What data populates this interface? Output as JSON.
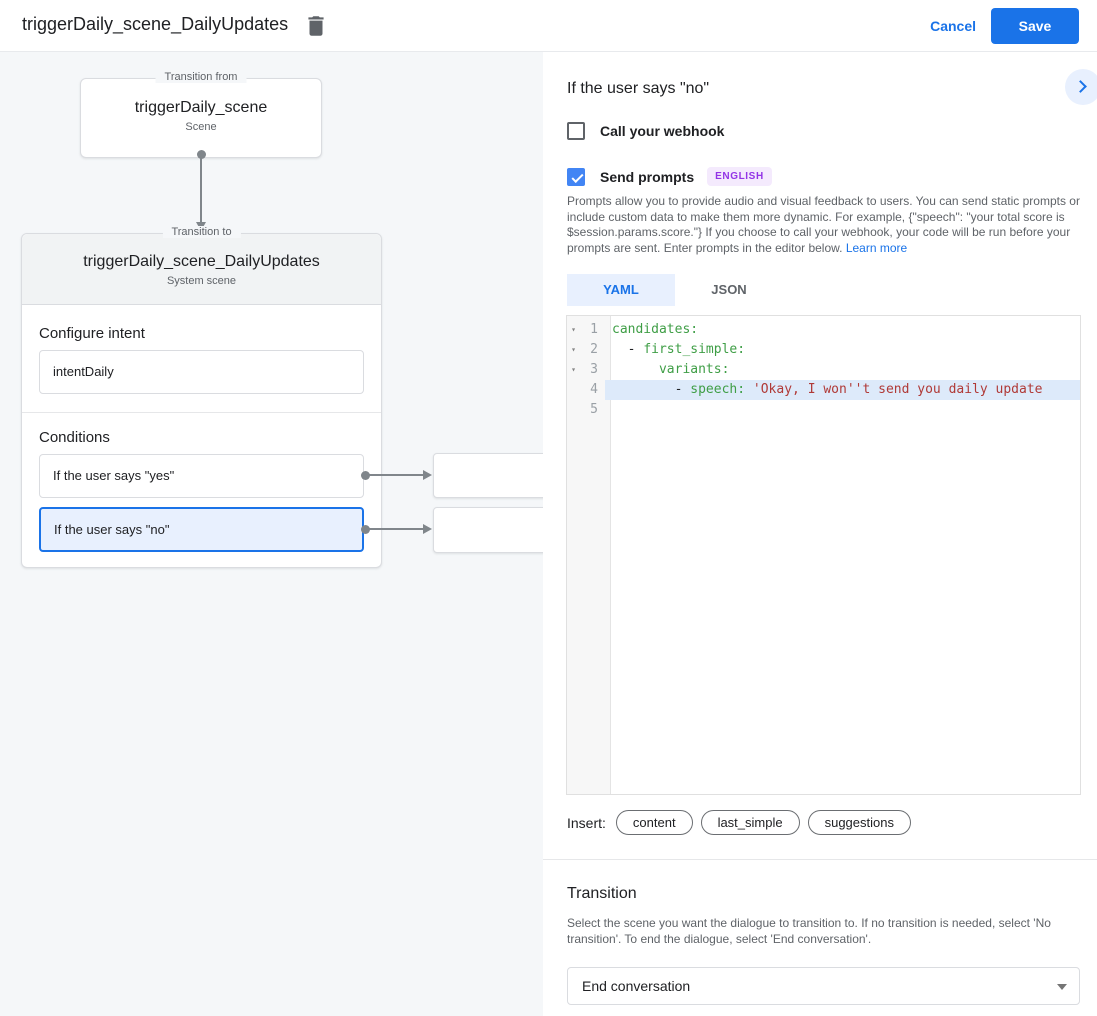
{
  "header": {
    "title": "triggerDaily_scene_DailyUpdates",
    "cancel_label": "Cancel",
    "save_label": "Save"
  },
  "canvas": {
    "transition_from": {
      "legend": "Transition from",
      "title": "triggerDaily_scene",
      "subtitle": "Scene"
    },
    "transition_to": {
      "legend": "Transition to",
      "title": "triggerDaily_scene_DailyUpdates",
      "subtitle": "System scene"
    },
    "configure_intent": {
      "label": "Configure intent",
      "value": "intentDaily"
    },
    "conditions": {
      "label": "Conditions",
      "items": [
        {
          "label": "If the user says \"yes\"",
          "selected": false
        },
        {
          "label": "If the user says \"no\"",
          "selected": true
        }
      ]
    }
  },
  "panel": {
    "title": "If the user says \"no\"",
    "webhook": {
      "label": "Call your webhook",
      "checked": false
    },
    "send_prompts": {
      "label": "Send prompts",
      "checked": true,
      "badge": "ENGLISH"
    },
    "description": "Prompts allow you to provide audio and visual feedback to users. You can send static prompts or include custom data to make them more dynamic. For example, {\"speech\": \"your total score is $session.params.score.\"} If you choose to call your webhook, your code will be run before your prompts are sent. Enter prompts in the editor below. ",
    "learn_more": "Learn more",
    "tabs": [
      {
        "label": "YAML",
        "active": true
      },
      {
        "label": "JSON",
        "active": false
      }
    ],
    "editor": {
      "lines": [
        {
          "num": "1",
          "fold": true,
          "active": false,
          "segments": [
            {
              "t": "candidates:",
              "c": "k"
            }
          ]
        },
        {
          "num": "2",
          "fold": true,
          "active": false,
          "segments": [
            {
              "t": "  - ",
              "c": "p"
            },
            {
              "t": "first_simple:",
              "c": "k"
            }
          ]
        },
        {
          "num": "3",
          "fold": true,
          "active": false,
          "segments": [
            {
              "t": "      ",
              "c": "p"
            },
            {
              "t": "variants:",
              "c": "k"
            }
          ]
        },
        {
          "num": "4",
          "fold": false,
          "active": true,
          "segments": [
            {
              "t": "        - ",
              "c": "p"
            },
            {
              "t": "speech: ",
              "c": "k"
            },
            {
              "t": "'Okay, I won''t send you daily update",
              "c": "s"
            }
          ]
        },
        {
          "num": "5",
          "fold": false,
          "active": false,
          "segments": []
        }
      ]
    },
    "insert": {
      "label": "Insert:",
      "chips": [
        "content",
        "last_simple",
        "suggestions"
      ]
    },
    "transition": {
      "title": "Transition",
      "description": "Select the scene you want the dialogue to transition to. If no transition is needed, select 'No transition'. To end the dialogue, select 'End conversation'.",
      "value": "End conversation"
    }
  },
  "colors": {
    "accent_blue": "#1a73e8",
    "checkbox_blue": "#4285f4",
    "selected_condition_bg": "#e8f0fe",
    "badge_purple": "#9334e6",
    "code_key_green": "#3f9e46",
    "code_string_red": "#b03a37",
    "active_line_bg": "#ddeafa"
  }
}
